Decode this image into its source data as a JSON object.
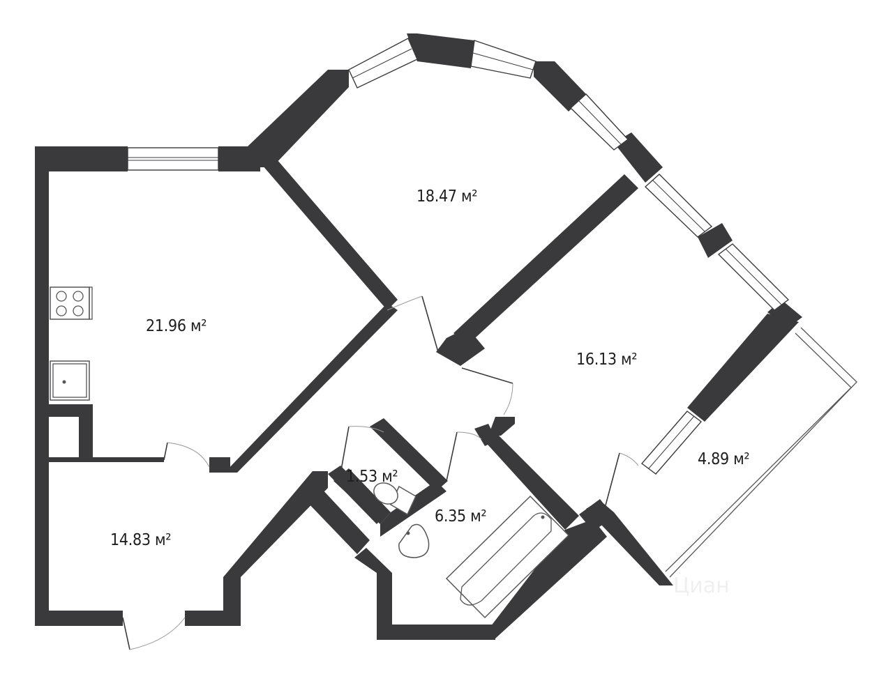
{
  "rooms": [
    {
      "id": "kitchen",
      "area_label": "21.96 м²"
    },
    {
      "id": "bedroom-top",
      "area_label": "18.47 м²"
    },
    {
      "id": "bedroom-right",
      "area_label": "16.13 м²"
    },
    {
      "id": "hall",
      "area_label": "14.83 м²"
    },
    {
      "id": "wc",
      "area_label": "1.53 м²"
    },
    {
      "id": "bathroom",
      "area_label": "6.35 м²"
    },
    {
      "id": "balcony",
      "area_label": "4.89 м²"
    }
  ],
  "watermark": "Циан",
  "colors": {
    "wall": "#3a3a3c",
    "background": "#ffffff",
    "label": "#1e1e1e"
  }
}
